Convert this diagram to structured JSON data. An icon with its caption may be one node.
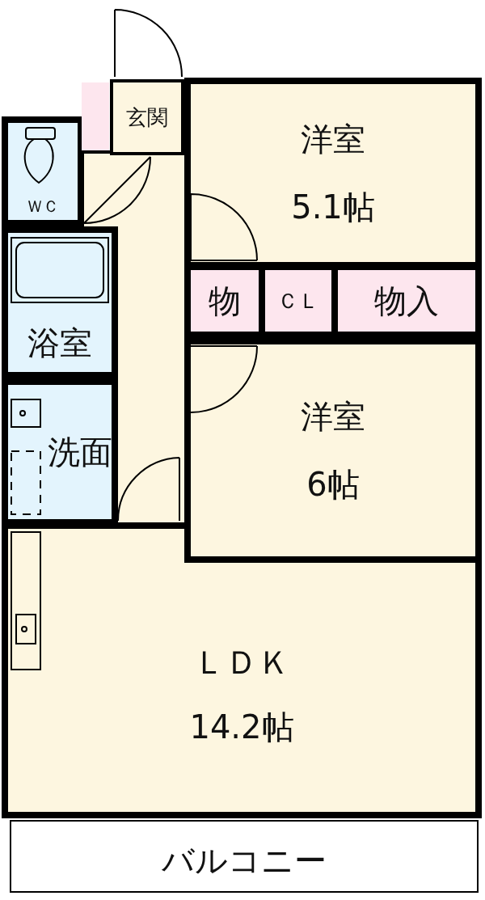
{
  "diagram": {
    "nodes": [
      {
        "text": [
          "玄関"
        ]
      },
      {
        "text": [
          "洋室",
          "5.1帖"
        ]
      },
      {
        "text": [
          "ＷＣ"
        ]
      },
      {
        "text": [
          "浴室"
        ]
      },
      {
        "text": [
          "物"
        ]
      },
      {
        "text": [
          "ＣＬ"
        ]
      },
      {
        "text": [
          "物入"
        ]
      },
      {
        "text": [
          "洗面"
        ]
      },
      {
        "text": [
          "洋室",
          "6帖"
        ]
      },
      {
        "text": [
          "ＬＤＫ",
          "14.2帖"
        ]
      },
      {
        "text": [
          "バルコニー"
        ]
      }
    ]
  }
}
